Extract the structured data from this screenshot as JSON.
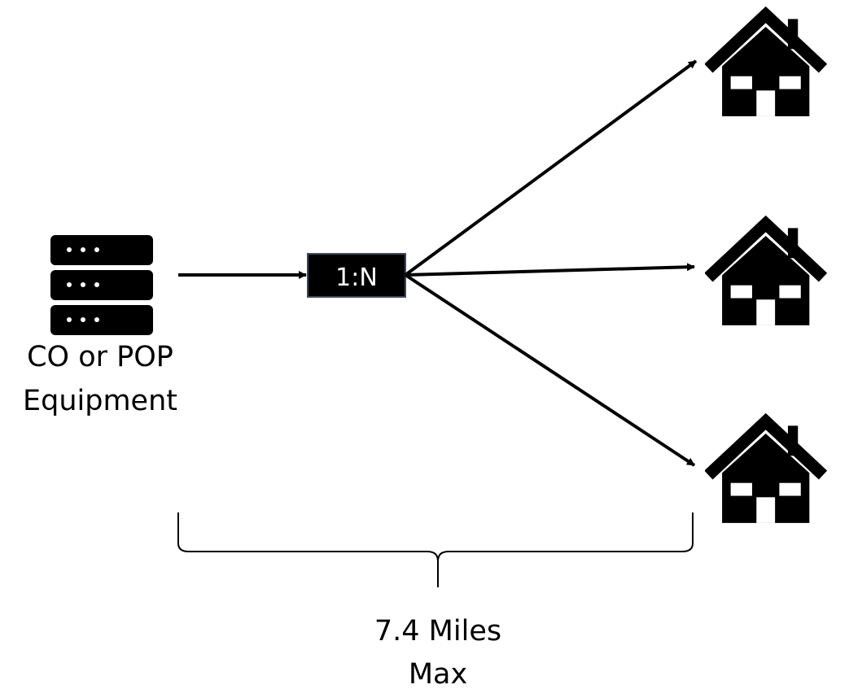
{
  "source": {
    "icon": "server-icon",
    "label_line1": "CO or POP",
    "label_line2": "Equipment"
  },
  "splitter": {
    "label": "1:N"
  },
  "homes": [
    {
      "icon": "house-icon"
    },
    {
      "icon": "house-icon"
    },
    {
      "icon": "house-icon"
    }
  ],
  "distance": {
    "line1": "7.4 Miles",
    "line2": "Max"
  },
  "colors": {
    "foreground": "#000000",
    "background": "#ffffff",
    "server_dots": "#ffffff"
  }
}
